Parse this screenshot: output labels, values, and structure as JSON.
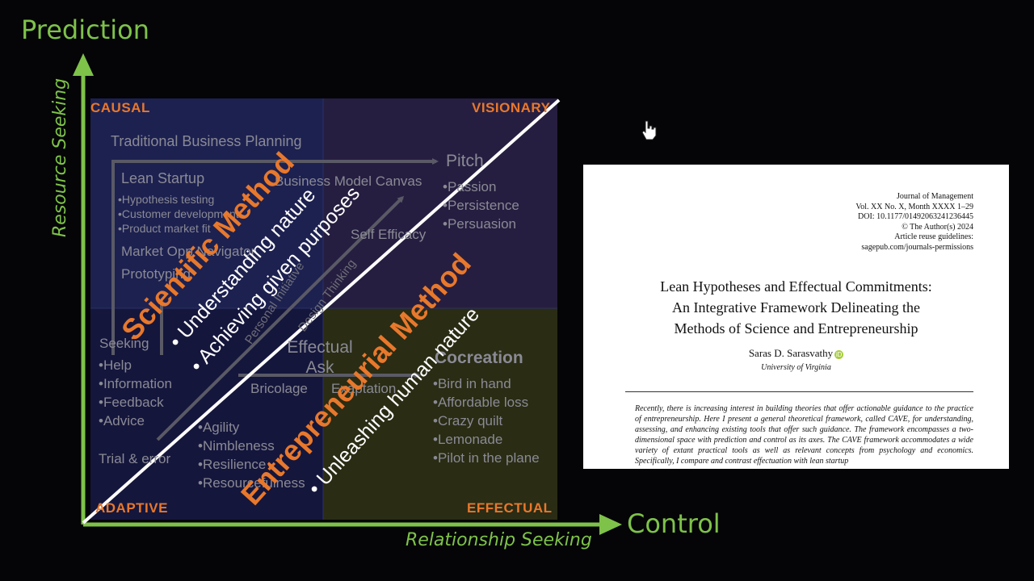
{
  "axes": {
    "y_title": "Prediction",
    "y_subtitle": "Resource Seeking",
    "x_title": "Control",
    "x_subtitle": "Relationship Seeking"
  },
  "quadrants": {
    "causal": "CAUSAL",
    "visionary": "VISIONARY",
    "adaptive": "ADAPTIVE",
    "effectual": "EFFECTUAL"
  },
  "colors": {
    "axis_green": "#7ec24a",
    "accent_orange": "#e8782c",
    "quad_causal": "#1d2150",
    "quad_visionary": "#261e40",
    "quad_adaptive": "#15163c",
    "quad_effectual": "#2a2c14"
  },
  "causal": {
    "traditional": "Traditional Business Planning",
    "lean_startup": "Lean Startup",
    "lean_items": [
      "Hypothesis testing",
      "Customer development",
      "Product market fit"
    ],
    "market_opp": "Market Opp Navigator",
    "prototyping": "Prototyping"
  },
  "visionary": {
    "bmc": "Business Model Canvas",
    "pitch": "Pitch",
    "pitch_items": [
      "Passion",
      "Persistence",
      "Persuasion"
    ],
    "self_efficacy": "Self Efficacy"
  },
  "adaptive": {
    "seeking": "Seeking",
    "seeking_items": [
      "Help",
      "Information",
      "Feedback",
      "Advice"
    ],
    "trial": "Trial & error",
    "agility_items": [
      "Agility",
      "Nimbleness",
      "Resilience",
      "Resourcefulness"
    ]
  },
  "effectual": {
    "effectual_ask": "Effectual Ask",
    "bricolage": "Bricolage",
    "exaptation": "Exaptation",
    "cocreation": "Cocreation",
    "principles": [
      "Bird in hand",
      "Affordable loss",
      "Crazy quilt",
      "Lemonade",
      "Pilot in the plane"
    ]
  },
  "diagonal": {
    "personal_initiative": "Personal Initiative",
    "design_thinking": "Design Thinking",
    "scientific_method": "Scientific Method",
    "sci_bullets": [
      "Understanding nature",
      "Achieving given purposes"
    ],
    "entrepreneurial_method": "Entrepreneurial Method",
    "ent_bullets": [
      "Unleashing human nature"
    ]
  },
  "paper": {
    "meta": [
      "Journal of Management",
      "Vol. XX No. X, Month XXXX 1–29",
      "DOI: 10.1177/01492063241236445",
      "© The Author(s) 2024",
      "Article reuse guidelines:",
      "sagepub.com/journals-permissions"
    ],
    "title_lines": [
      "Lean Hypotheses and Effectual Commitments:",
      "An Integrative Framework Delineating the",
      "Methods of Science and Entrepreneurship"
    ],
    "author": "Saras D. Sarasvathy",
    "orcid": "iD",
    "affiliation": "University of Virginia",
    "abstract": "Recently, there is increasing interest in building theories that offer actionable guidance to the practice of entrepreneurship. Here I present a general theoretical framework, called CAVE, for understanding, assessing, and enhancing existing tools that offer such guidance. The framework encompasses a two-dimensional space with prediction and control as its axes. The CAVE framework accommodates a wide variety of extant practical tools as well as relevant concepts from psychology and economics. Specifically, I compare and contrast effectuation with lean startup"
  }
}
